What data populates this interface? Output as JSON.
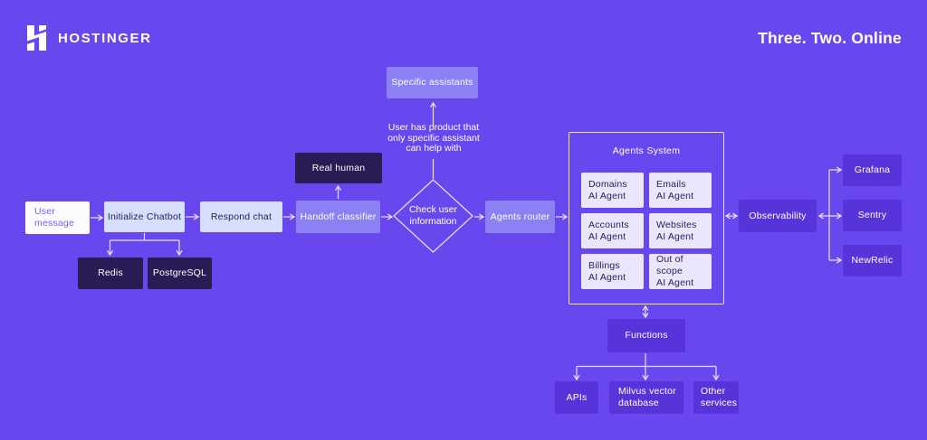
{
  "header": {
    "brand": "HOSTINGER",
    "tagline": "Three. Two. Online"
  },
  "colors": {
    "background": "#6847EF",
    "dark_navy_box": "#2B1B54",
    "light_blue_box": "#D8DFFC",
    "pale_lavender_box": "#EAE6FB",
    "medium_purple_box": "#8C80F5",
    "deep_purple_box": "#5734D9",
    "white_box": "#FCFCFF",
    "connector_line": "#E7E3FE",
    "dark_text": "#26185F",
    "purple_text": "#7D60F2",
    "white_text": "#FFFFFF"
  },
  "flow": {
    "user_message": "User message",
    "initialize_chatbot": "Initialize Chatbot",
    "respond_chat": "Respond chat",
    "redis": "Redis",
    "postgresql": "PostgreSQL",
    "real_human": "Real human",
    "handoff_classifier": "Handoff classifier",
    "check_user_information": "Check user\ninformation",
    "specific_assistants": "Specific assistants",
    "annotation": "User has product that\nonly specific assistant\ncan help with",
    "agents_router": "Agents router",
    "agents_system": {
      "title": "Agents System",
      "agents": [
        "Domains\nAI Agent",
        "Emails\nAI Agent",
        "Accounts\nAI Agent",
        "Websites\nAI Agent",
        "Billings\nAI Agent",
        "Out of scope\nAI Agent"
      ]
    },
    "observability": "Observability",
    "monitoring": [
      "Grafana",
      "Sentry",
      "NewRelic"
    ],
    "functions_label": "Functions",
    "services": [
      "APIs",
      "Milvus vector\ndatabase",
      "Other\nservices"
    ]
  }
}
